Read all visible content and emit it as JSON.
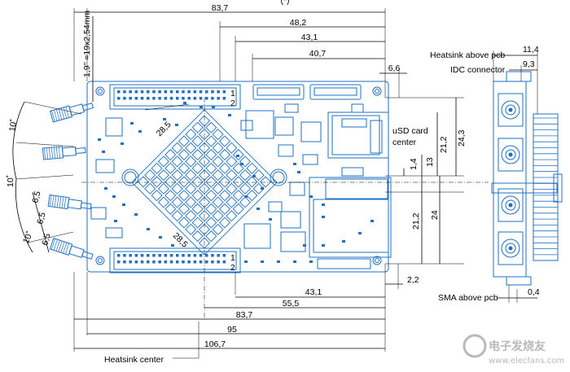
{
  "dimensions": {
    "top_overall": "83,7",
    "top_48": "48,2",
    "top_43": "43,1",
    "top_40": "40,7",
    "top_6_6": "6,6",
    "pitch": "1,9\" =19x2,54mm",
    "heatsink_diag_a": "28,5",
    "heatsink_diag_b": "28,5",
    "right_24_3": "24,3",
    "right_21_2_top": "21,2",
    "right_13": "13",
    "right_1_4": "1,4",
    "right_21_2_bot": "21,2",
    "right_24": "24",
    "bottom_43": "43,1",
    "bottom_55": "55,5",
    "bottom_83": "83,7",
    "bottom_95": "95",
    "bottom_106": "106,7",
    "bottom_2_2": "2,2",
    "side_11_4": "11,4",
    "side_9_3": "9,3",
    "side_0_4": "0,4",
    "angle_a": "10˚",
    "angle_b": "10˚",
    "angle_c": "10˚",
    "pitch_a": "6,5",
    "pitch_b": "6,5",
    "pitch_c": "6,5",
    "header_top_1": "1",
    "header_top_2": "2",
    "header_bot_1": "1",
    "header_bot_2": "2"
  },
  "labels": {
    "heatsink_above_pcb": "Heatsink above pcb",
    "idc_connector": "IDC connector",
    "usd_card_center": "uSD card\ncenter",
    "sma_above_pcb": "SMA above pcb",
    "heatsink_center": "Heatsink center",
    "top_clipped": "(*)"
  },
  "watermark": {
    "text": "电子发烧友",
    "url": "www.elecfans.com"
  },
  "colors": {
    "board": "#1e6fc4",
    "dimension": "#000000",
    "watermark": "#b9b9b9"
  }
}
